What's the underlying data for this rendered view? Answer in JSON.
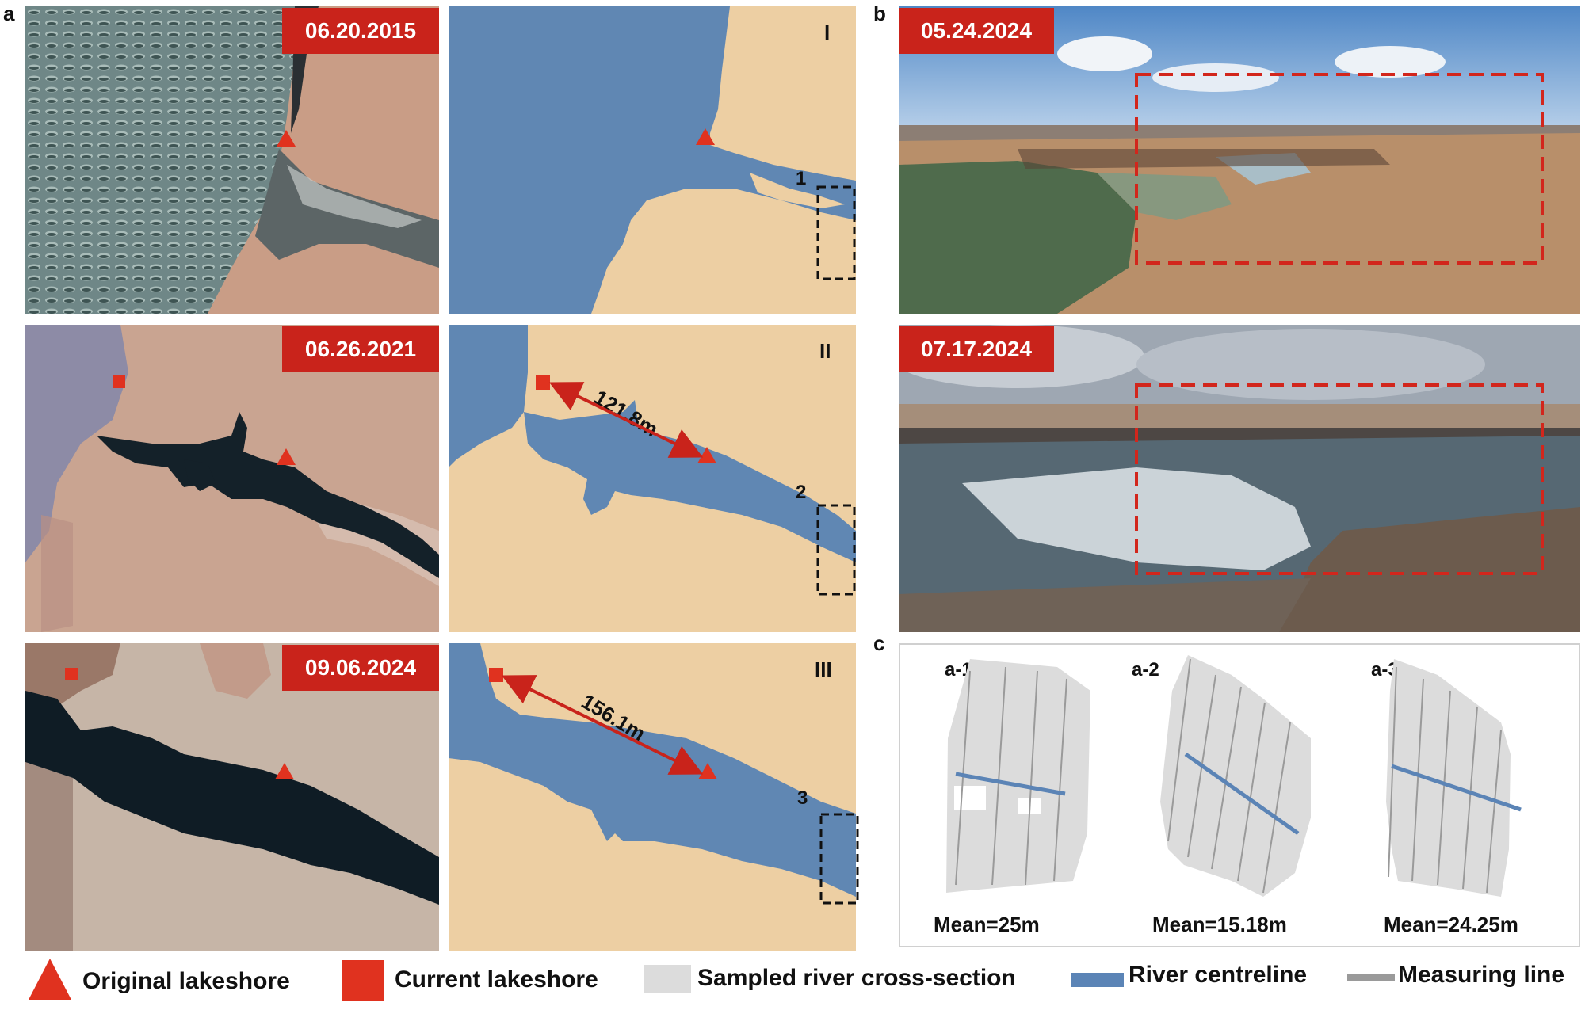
{
  "panels": {
    "a": {
      "letter": "a"
    },
    "b": {
      "letter": "b"
    },
    "c": {
      "letter": "c"
    }
  },
  "satellite": [
    {
      "date": "06.20.2015"
    },
    {
      "date": "06.26.2021"
    },
    {
      "date": "09.06.2024"
    }
  ],
  "maps": [
    {
      "roman": "I",
      "box_number": "1",
      "distance": ""
    },
    {
      "roman": "II",
      "box_number": "2",
      "distance": "121.8m"
    },
    {
      "roman": "III",
      "box_number": "3",
      "distance": "156.1m"
    }
  ],
  "photos": [
    {
      "date": "05.24.2024"
    },
    {
      "date": "07.17.2024"
    }
  ],
  "cross_sections": [
    {
      "label": "a-1",
      "mean": "Mean=25m"
    },
    {
      "label": "a-2",
      "mean": "Mean=15.18m"
    },
    {
      "label": "a-3",
      "mean": "Mean=24.25m"
    }
  ],
  "legend": {
    "original_lakeshore": "Original lakeshore",
    "current_lakeshore": "Current lakeshore",
    "sampled_cross_section": "Sampled river cross-section",
    "river_centreline": "River centreline",
    "measuring_line": "Measuring line"
  },
  "colors": {
    "water": "#6087b3",
    "land": "#edcfa3",
    "marker_red": "#e0321f",
    "badge_red": "#c9231b",
    "cross_section_gray": "#dcdcdc",
    "centreline_blue": "#5b84b6",
    "measure_gray": "#9a9a9a"
  }
}
